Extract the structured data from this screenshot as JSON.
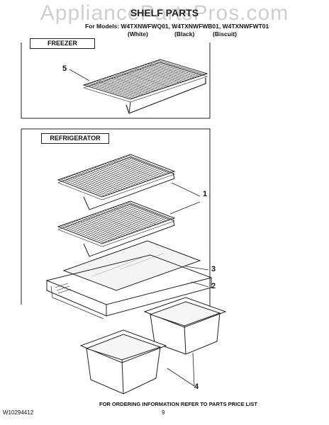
{
  "watermark": "AppliancePartsPros.com",
  "title": "SHELF PARTS",
  "models": {
    "prefix": "For Models: W4TXNWFWQ01, W4TXNWFWB01, W4TXNWFWT01",
    "colors": [
      "(White)",
      "(Black)",
      "(Biscuit)"
    ]
  },
  "sections": {
    "freezer": "FREEZER",
    "refrigerator": "REFRIGERATOR"
  },
  "callouts": {
    "freezer_shelf": "5",
    "wire_shelf": "1",
    "glass_insert": "3",
    "crisper_cover": "2",
    "crisper_drawer": "4"
  },
  "footer": {
    "ordering": "FOR ORDERING INFORMATION REFER TO PARTS PRICE LIST",
    "doc_number": "W10294412",
    "page": "9"
  }
}
